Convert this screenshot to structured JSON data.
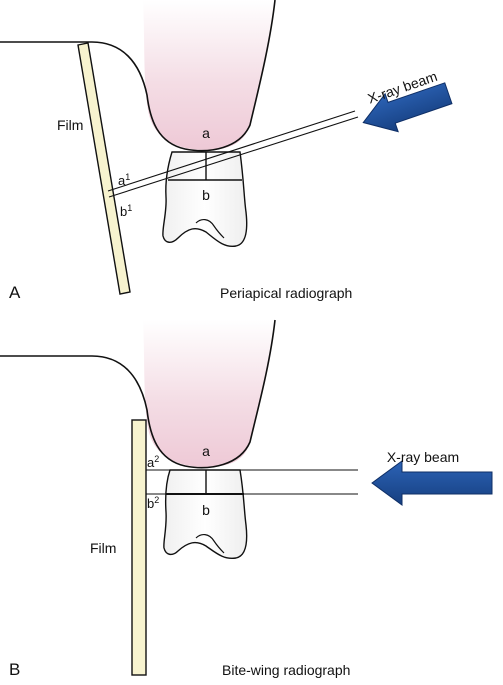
{
  "panel_a": {
    "letter": "A",
    "caption": "Periapical radiograph",
    "film_label": "Film",
    "crown_label": "a",
    "root_label": "b",
    "image_a": "a",
    "image_a_sup": "1",
    "image_b": "b",
    "image_b_sup": "1",
    "beam_label": "X-ray beam"
  },
  "panel_b": {
    "letter": "B",
    "caption": "Bite-wing radiograph",
    "film_label": "Film",
    "crown_label": "a",
    "root_label": "b",
    "image_a": "a",
    "image_a_sup": "2",
    "image_b": "b",
    "image_b_sup": "2",
    "beam_label": "X-ray beam"
  },
  "colors": {
    "tissue": "#f6dfe6",
    "film": "#f7f3cf",
    "arrow": "#1f4e9a",
    "stroke": "#111111"
  }
}
